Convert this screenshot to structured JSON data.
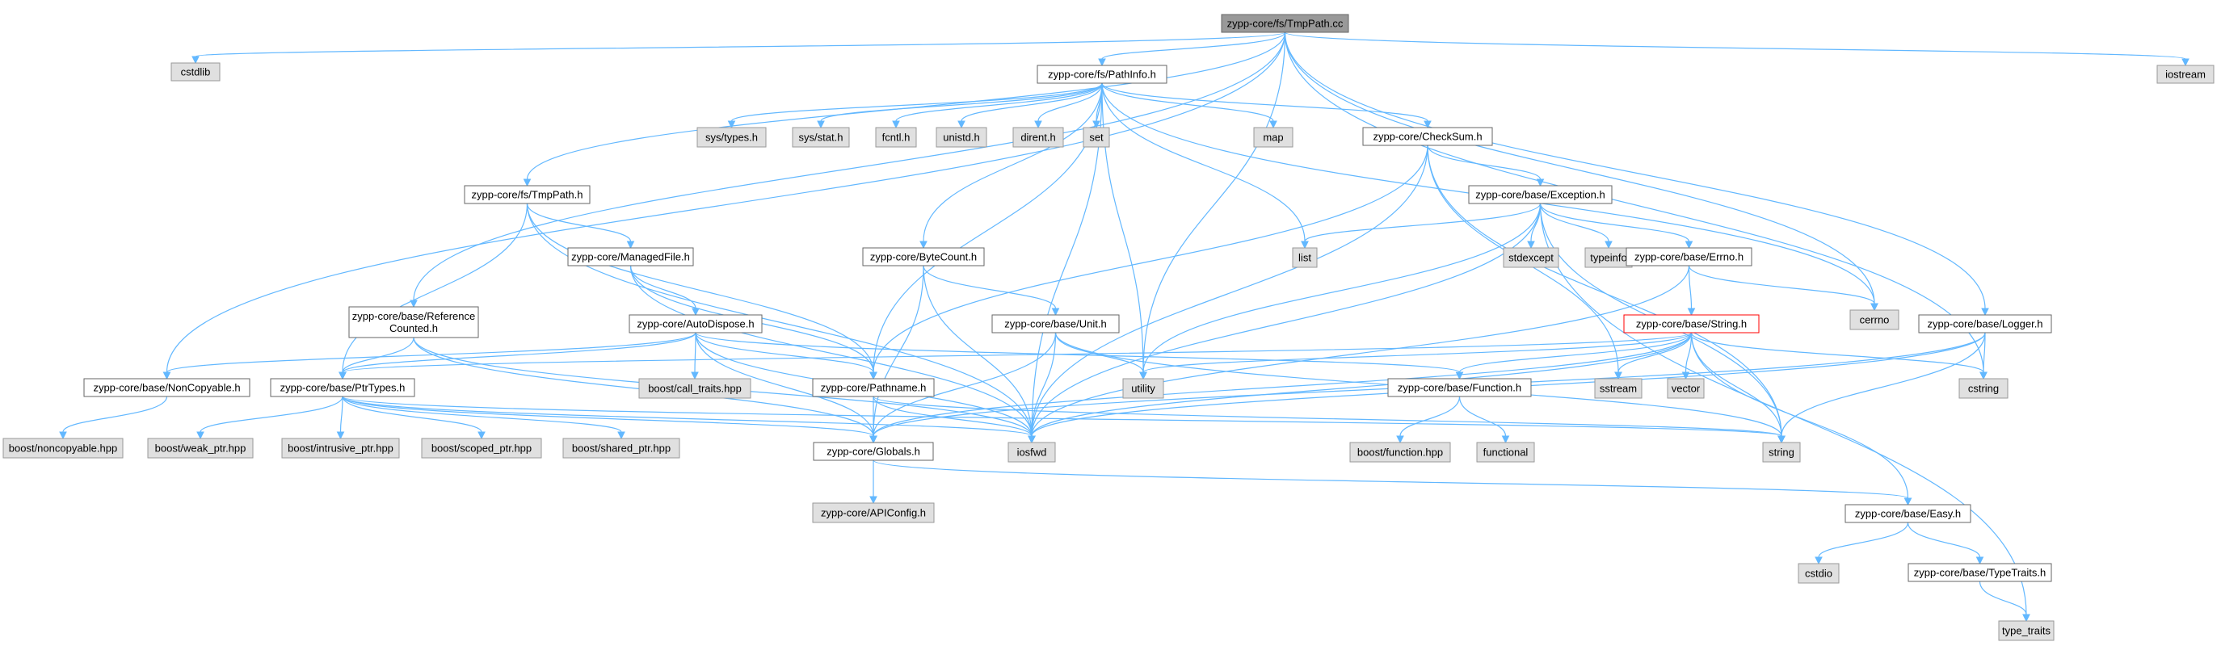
{
  "diagram": {
    "type": "include-dependency-graph",
    "root": "zypp-core/fs/TmpPath.cc",
    "nodes": [
      {
        "id": "tmppath_cc",
        "label": "zypp-core/fs/TmpPath.cc",
        "kind": "root"
      },
      {
        "id": "cstdlib",
        "label": "cstdlib",
        "kind": "system"
      },
      {
        "id": "pathinfo_h",
        "label": "zypp-core/fs/PathInfo.h",
        "kind": "local"
      },
      {
        "id": "iostream",
        "label": "iostream",
        "kind": "system"
      },
      {
        "id": "sys_types",
        "label": "sys/types.h",
        "kind": "system"
      },
      {
        "id": "sys_stat",
        "label": "sys/stat.h",
        "kind": "system"
      },
      {
        "id": "fcntl",
        "label": "fcntl.h",
        "kind": "system"
      },
      {
        "id": "unistd",
        "label": "unistd.h",
        "kind": "system"
      },
      {
        "id": "dirent",
        "label": "dirent.h",
        "kind": "system"
      },
      {
        "id": "set",
        "label": "set",
        "kind": "system"
      },
      {
        "id": "map",
        "label": "map",
        "kind": "system"
      },
      {
        "id": "checksum_h",
        "label": "zypp-core/CheckSum.h",
        "kind": "local"
      },
      {
        "id": "tmppath_h",
        "label": "zypp-core/fs/TmpPath.h",
        "kind": "local"
      },
      {
        "id": "exception_h",
        "label": "zypp-core/base/Exception.h",
        "kind": "local"
      },
      {
        "id": "managedfile_h",
        "label": "zypp-core/ManagedFile.h",
        "kind": "local"
      },
      {
        "id": "bytecount_h",
        "label": "zypp-core/ByteCount.h",
        "kind": "local"
      },
      {
        "id": "list",
        "label": "list",
        "kind": "system"
      },
      {
        "id": "stdexcept",
        "label": "stdexcept",
        "kind": "system"
      },
      {
        "id": "typeinfo",
        "label": "typeinfo",
        "kind": "system"
      },
      {
        "id": "errno_h",
        "label": "zypp-core/base/Errno.h",
        "kind": "local"
      },
      {
        "id": "refcounted_h",
        "label": "zypp-core/base/Reference\nCounted.h",
        "kind": "local"
      },
      {
        "id": "autodispose_h",
        "label": "zypp-core/AutoDispose.h",
        "kind": "local"
      },
      {
        "id": "unit_h",
        "label": "zypp-core/base/Unit.h",
        "kind": "local"
      },
      {
        "id": "string_h",
        "label": "zypp-core/base/String.h",
        "kind": "highlight"
      },
      {
        "id": "cerrno",
        "label": "cerrno",
        "kind": "system"
      },
      {
        "id": "logger_h",
        "label": "zypp-core/base/Logger.h",
        "kind": "local"
      },
      {
        "id": "noncopyable_h",
        "label": "zypp-core/base/NonCopyable.h",
        "kind": "local"
      },
      {
        "id": "ptrtypes_h",
        "label": "zypp-core/base/PtrTypes.h",
        "kind": "local"
      },
      {
        "id": "call_traits",
        "label": "boost/call_traits.hpp",
        "kind": "system"
      },
      {
        "id": "pathname_h",
        "label": "zypp-core/Pathname.h",
        "kind": "local"
      },
      {
        "id": "utility",
        "label": "utility",
        "kind": "system"
      },
      {
        "id": "function_h",
        "label": "zypp-core/base/Function.h",
        "kind": "local"
      },
      {
        "id": "sstream",
        "label": "sstream",
        "kind": "system"
      },
      {
        "id": "vector",
        "label": "vector",
        "kind": "system"
      },
      {
        "id": "cstring",
        "label": "cstring",
        "kind": "system"
      },
      {
        "id": "boost_noncopyable",
        "label": "boost/noncopyable.hpp",
        "kind": "system"
      },
      {
        "id": "weak_ptr",
        "label": "boost/weak_ptr.hpp",
        "kind": "system"
      },
      {
        "id": "intrusive_ptr",
        "label": "boost/intrusive_ptr.hpp",
        "kind": "system"
      },
      {
        "id": "scoped_ptr",
        "label": "boost/scoped_ptr.hpp",
        "kind": "system"
      },
      {
        "id": "shared_ptr",
        "label": "boost/shared_ptr.hpp",
        "kind": "system"
      },
      {
        "id": "globals_h",
        "label": "zypp-core/Globals.h",
        "kind": "local"
      },
      {
        "id": "iosfwd",
        "label": "iosfwd",
        "kind": "system"
      },
      {
        "id": "boost_function",
        "label": "boost/function.hpp",
        "kind": "system"
      },
      {
        "id": "functional",
        "label": "functional",
        "kind": "system"
      },
      {
        "id": "string",
        "label": "string",
        "kind": "system"
      },
      {
        "id": "apiconfig_h",
        "label": "zypp-core/APIConfig.h",
        "kind": "system"
      },
      {
        "id": "easy_h",
        "label": "zypp-core/base/Easy.h",
        "kind": "local"
      },
      {
        "id": "cstdio",
        "label": "cstdio",
        "kind": "system"
      },
      {
        "id": "typetraits_h",
        "label": "zypp-core/base/TypeTraits.h",
        "kind": "local"
      },
      {
        "id": "type_traits",
        "label": "type_traits",
        "kind": "system"
      }
    ],
    "edges": [
      [
        "tmppath_cc",
        "cstdlib"
      ],
      [
        "tmppath_cc",
        "pathinfo_h"
      ],
      [
        "tmppath_cc",
        "iostream"
      ],
      [
        "tmppath_cc",
        "tmppath_h"
      ],
      [
        "tmppath_cc",
        "refcounted_h"
      ],
      [
        "tmppath_cc",
        "noncopyable_h"
      ],
      [
        "tmppath_cc",
        "logger_h"
      ],
      [
        "tmppath_cc",
        "cerrno"
      ],
      [
        "tmppath_cc",
        "cstring"
      ],
      [
        "tmppath_cc",
        "utility"
      ],
      [
        "pathinfo_h",
        "sys_types"
      ],
      [
        "pathinfo_h",
        "sys_stat"
      ],
      [
        "pathinfo_h",
        "fcntl"
      ],
      [
        "pathinfo_h",
        "unistd"
      ],
      [
        "pathinfo_h",
        "dirent"
      ],
      [
        "pathinfo_h",
        "set"
      ],
      [
        "pathinfo_h",
        "map"
      ],
      [
        "pathinfo_h",
        "checksum_h"
      ],
      [
        "pathinfo_h",
        "list"
      ],
      [
        "pathinfo_h",
        "cerrno"
      ],
      [
        "pathinfo_h",
        "bytecount_h"
      ],
      [
        "pathinfo_h",
        "pathname_h"
      ],
      [
        "pathinfo_h",
        "iosfwd"
      ],
      [
        "pathinfo_h",
        "utility"
      ],
      [
        "checksum_h",
        "exception_h"
      ],
      [
        "checksum_h",
        "pathname_h"
      ],
      [
        "checksum_h",
        "iosfwd"
      ],
      [
        "checksum_h",
        "sstream"
      ],
      [
        "checksum_h",
        "string"
      ],
      [
        "tmppath_h",
        "managedfile_h"
      ],
      [
        "tmppath_h",
        "pathname_h"
      ],
      [
        "tmppath_h",
        "ptrtypes_h"
      ],
      [
        "tmppath_h",
        "iosfwd"
      ],
      [
        "exception_h",
        "list"
      ],
      [
        "exception_h",
        "stdexcept"
      ],
      [
        "exception_h",
        "typeinfo"
      ],
      [
        "exception_h",
        "errno_h"
      ],
      [
        "exception_h",
        "iosfwd"
      ],
      [
        "exception_h",
        "string"
      ],
      [
        "exception_h",
        "utility"
      ],
      [
        "exception_h",
        "type_traits"
      ],
      [
        "managedfile_h",
        "autodispose_h"
      ],
      [
        "managedfile_h",
        "pathname_h"
      ],
      [
        "managedfile_h",
        "iosfwd"
      ],
      [
        "bytecount_h",
        "unit_h"
      ],
      [
        "bytecount_h",
        "iosfwd"
      ],
      [
        "bytecount_h",
        "globals_h"
      ],
      [
        "errno_h",
        "cerrno"
      ],
      [
        "errno_h",
        "string_h"
      ],
      [
        "errno_h",
        "iosfwd"
      ],
      [
        "refcounted_h",
        "ptrtypes_h"
      ],
      [
        "refcounted_h",
        "globals_h"
      ],
      [
        "refcounted_h",
        "iosfwd"
      ],
      [
        "autodispose_h",
        "noncopyable_h"
      ],
      [
        "autodispose_h",
        "ptrtypes_h"
      ],
      [
        "autodispose_h",
        "call_traits"
      ],
      [
        "autodispose_h",
        "pathname_h"
      ],
      [
        "autodispose_h",
        "function_h"
      ],
      [
        "autodispose_h",
        "iosfwd"
      ],
      [
        "autodispose_h",
        "globals_h"
      ],
      [
        "unit_h",
        "utility"
      ],
      [
        "unit_h",
        "iosfwd"
      ],
      [
        "unit_h",
        "string"
      ],
      [
        "unit_h",
        "globals_h"
      ],
      [
        "string_h",
        "iosfwd"
      ],
      [
        "string_h",
        "vector"
      ],
      [
        "string_h",
        "sstream"
      ],
      [
        "string_h",
        "string"
      ],
      [
        "string_h",
        "cstring"
      ],
      [
        "string_h",
        "utility"
      ],
      [
        "string_h",
        "ptrtypes_h"
      ],
      [
        "string_h",
        "function_h"
      ],
      [
        "string_h",
        "easy_h"
      ],
      [
        "string_h",
        "globals_h"
      ],
      [
        "logger_h",
        "cstring"
      ],
      [
        "logger_h",
        "iosfwd"
      ],
      [
        "logger_h",
        "string"
      ],
      [
        "logger_h",
        "globals_h"
      ],
      [
        "noncopyable_h",
        "boost_noncopyable"
      ],
      [
        "ptrtypes_h",
        "weak_ptr"
      ],
      [
        "ptrtypes_h",
        "intrusive_ptr"
      ],
      [
        "ptrtypes_h",
        "scoped_ptr"
      ],
      [
        "ptrtypes_h",
        "shared_ptr"
      ],
      [
        "ptrtypes_h",
        "iosfwd"
      ],
      [
        "ptrtypes_h",
        "string"
      ],
      [
        "ptrtypes_h",
        "globals_h"
      ],
      [
        "pathname_h",
        "iosfwd"
      ],
      [
        "pathname_h",
        "string"
      ],
      [
        "pathname_h",
        "globals_h"
      ],
      [
        "function_h",
        "boost_function"
      ],
      [
        "function_h",
        "functional"
      ],
      [
        "globals_h",
        "apiconfig_h"
      ],
      [
        "globals_h",
        "easy_h"
      ],
      [
        "easy_h",
        "cstdio"
      ],
      [
        "easy_h",
        "typetraits_h"
      ],
      [
        "typetraits_h",
        "type_traits"
      ]
    ]
  }
}
